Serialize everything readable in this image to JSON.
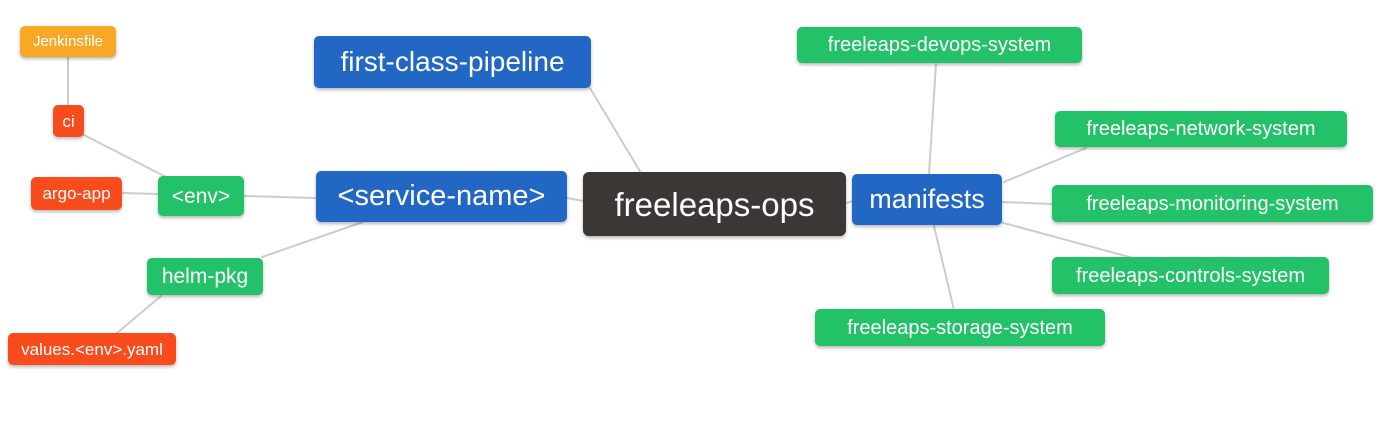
{
  "diagram": {
    "type": "mindmap",
    "root": "freeleaps-ops",
    "background_color": "#ffffff",
    "edge_color": "#cccccc",
    "text_color": "#ffffff",
    "palette": {
      "blue": "#2267c3",
      "green": "#23c168",
      "red_orange": "#f94c1d",
      "orange": "#f9a826",
      "dark": "#3b3735"
    },
    "nodes": {
      "jenkinsfile": {
        "label": "Jenkinsfile",
        "color": "orange"
      },
      "ci": {
        "label": "ci",
        "color": "red_orange"
      },
      "argo_app": {
        "label": "argo-app",
        "color": "red_orange"
      },
      "env": {
        "label": "<env>",
        "color": "green"
      },
      "helm_pkg": {
        "label": "helm-pkg",
        "color": "green"
      },
      "values_env_yaml": {
        "label": "values.<env>.yaml",
        "color": "red_orange"
      },
      "first_class_pipeline": {
        "label": "first-class-pipeline",
        "color": "blue"
      },
      "service_name": {
        "label": "<service-name>",
        "color": "blue"
      },
      "freeleaps_ops": {
        "label": "freeleaps-ops",
        "color": "dark"
      },
      "manifests": {
        "label": "manifests",
        "color": "blue"
      },
      "devops_system": {
        "label": "freeleaps-devops-system",
        "color": "green"
      },
      "network_system": {
        "label": "freeleaps-network-system",
        "color": "green"
      },
      "monitoring_system": {
        "label": "freeleaps-monitoring-system",
        "color": "green"
      },
      "controls_system": {
        "label": "freeleaps-controls-system",
        "color": "green"
      },
      "storage_system": {
        "label": "freeleaps-storage-system",
        "color": "green"
      }
    },
    "edges": [
      [
        "jenkinsfile",
        "ci"
      ],
      [
        "ci",
        "env"
      ],
      [
        "argo_app",
        "env"
      ],
      [
        "env",
        "service_name"
      ],
      [
        "helm_pkg",
        "service_name"
      ],
      [
        "values_env_yaml",
        "helm_pkg"
      ],
      [
        "service_name",
        "freeleaps_ops"
      ],
      [
        "first_class_pipeline",
        "freeleaps_ops"
      ],
      [
        "freeleaps_ops",
        "manifests"
      ],
      [
        "manifests",
        "devops_system"
      ],
      [
        "manifests",
        "network_system"
      ],
      [
        "manifests",
        "monitoring_system"
      ],
      [
        "manifests",
        "controls_system"
      ],
      [
        "manifests",
        "storage_system"
      ]
    ]
  }
}
